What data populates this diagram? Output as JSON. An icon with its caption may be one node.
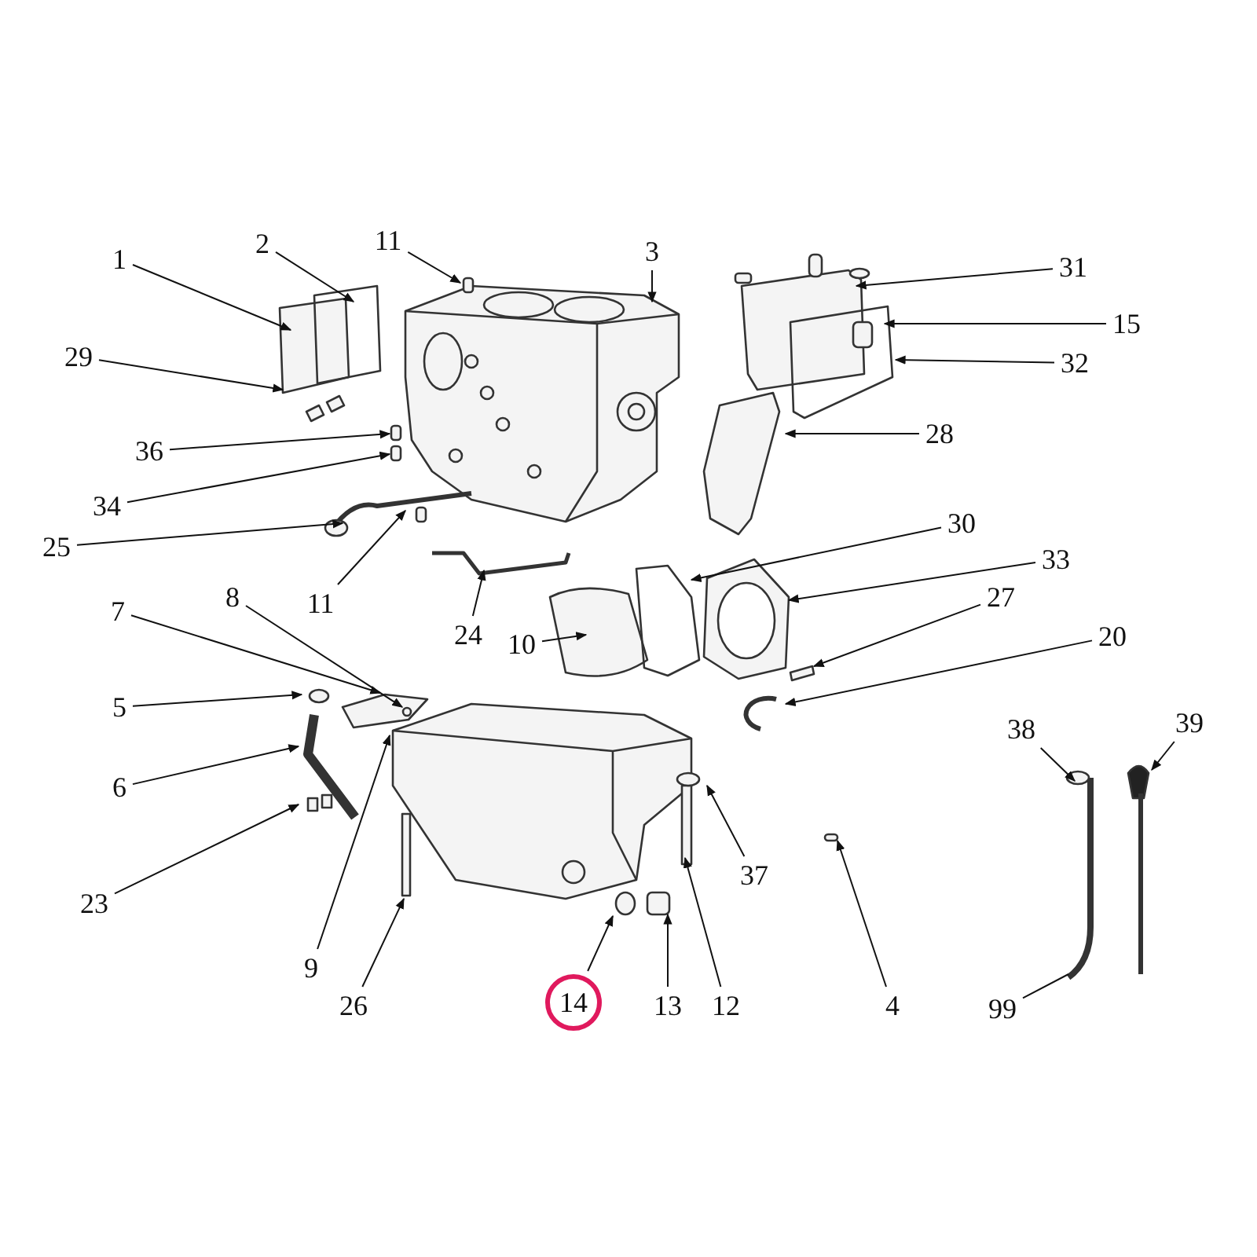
{
  "diagram": {
    "nodes": [
      {
        "text": [
          "2"
        ]
      },
      {
        "text": [
          "11"
        ]
      },
      {
        "text": [
          "3"
        ]
      },
      {
        "text": [
          "1"
        ]
      },
      {
        "text": [
          "31"
        ]
      },
      {
        "text": [
          "15"
        ]
      },
      {
        "text": [
          "29"
        ]
      },
      {
        "text": [
          "32"
        ]
      },
      {
        "text": [
          "28"
        ]
      },
      {
        "text": [
          "36"
        ]
      },
      {
        "text": [
          "34"
        ]
      },
      {
        "text": [
          "30"
        ]
      },
      {
        "text": [
          "25"
        ]
      },
      {
        "text": [
          "33"
        ]
      },
      {
        "text": [
          "11"
        ]
      },
      {
        "text": [
          "8"
        ]
      },
      {
        "text": [
          "27"
        ]
      },
      {
        "text": [
          "7"
        ]
      },
      {
        "text": [
          "20"
        ]
      },
      {
        "text": [
          "24"
        ]
      },
      {
        "text": [
          "10"
        ]
      },
      {
        "text": [
          "5"
        ]
      },
      {
        "text": [
          "39"
        ]
      },
      {
        "text": [
          "38"
        ]
      },
      {
        "text": [
          "6"
        ]
      },
      {
        "text": [
          "37"
        ]
      },
      {
        "text": [
          "23"
        ]
      },
      {
        "text": [
          "9"
        ]
      },
      {
        "text": [
          "14"
        ]
      },
      {
        "text": [
          "26"
        ]
      },
      {
        "text": [
          "13"
        ]
      },
      {
        "text": [
          "12"
        ]
      },
      {
        "text": [
          "4"
        ]
      },
      {
        "text": [
          "99"
        ]
      }
    ],
    "edges": [
      {
        "from": 0,
        "to": null,
        "arrow": "to"
      },
      {
        "from": 1,
        "to": null,
        "arrow": "to"
      },
      {
        "from": 2,
        "to": null,
        "arrow": "to"
      },
      {
        "from": 3,
        "to": null,
        "arrow": "to"
      },
      {
        "from": 4,
        "to": null,
        "arrow": "to"
      },
      {
        "from": 5,
        "to": null,
        "arrow": "to"
      },
      {
        "from": 6,
        "to": null,
        "arrow": "to"
      },
      {
        "from": 7,
        "to": null,
        "arrow": "to"
      },
      {
        "from": 8,
        "to": null,
        "arrow": "to"
      },
      {
        "from": 9,
        "to": null,
        "arrow": "to"
      },
      {
        "from": 10,
        "to": null,
        "arrow": "to"
      },
      {
        "from": 11,
        "to": null,
        "arrow": "to"
      },
      {
        "from": 12,
        "to": null,
        "arrow": "to"
      },
      {
        "from": 13,
        "to": null,
        "arrow": "to"
      },
      {
        "from": 14,
        "to": null,
        "arrow": "to"
      },
      {
        "from": 15,
        "to": null,
        "arrow": "to"
      },
      {
        "from": 16,
        "to": null,
        "arrow": "to"
      },
      {
        "from": 17,
        "to": null,
        "arrow": "to"
      },
      {
        "from": 18,
        "to": null,
        "arrow": "to"
      },
      {
        "from": 19,
        "to": null,
        "arrow": "to"
      },
      {
        "from": 20,
        "to": null,
        "arrow": "to"
      },
      {
        "from": 21,
        "to": null,
        "arrow": "to"
      },
      {
        "from": 22,
        "to": null,
        "arrow": "to"
      },
      {
        "from": 23,
        "to": null,
        "arrow": "to"
      },
      {
        "from": 24,
        "to": null,
        "arrow": "to"
      },
      {
        "from": 25,
        "to": null,
        "arrow": "to"
      },
      {
        "from": 26,
        "to": null,
        "arrow": "to"
      },
      {
        "from": 27,
        "to": null,
        "arrow": "to"
      },
      {
        "from": 28,
        "to": null,
        "arrow": "to"
      },
      {
        "from": 29,
        "to": null,
        "arrow": "to"
      },
      {
        "from": 30,
        "to": null,
        "arrow": "to"
      },
      {
        "from": 31,
        "to": null,
        "arrow": "to"
      },
      {
        "from": 32,
        "to": null,
        "arrow": "to"
      },
      {
        "from": 33,
        "to": null,
        "arrow": "none"
      }
    ]
  }
}
